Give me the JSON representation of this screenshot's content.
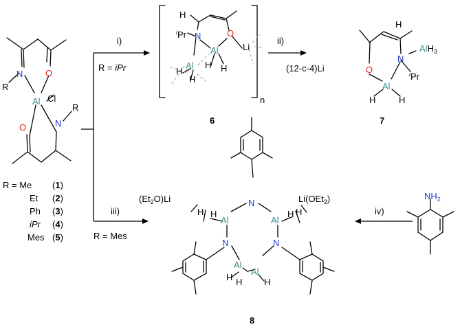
{
  "colors": {
    "aluminium": "#3d8c8c",
    "nitrogen": "#1e3ad6",
    "oxygen": "#e0241b",
    "dative_bond": "#aaaaaa"
  },
  "reagent": {
    "atoms": {
      "N1": "N",
      "O1": "O",
      "Al": "Al",
      "Cl": "Cl",
      "N2": "N",
      "O2": "O",
      "R1": "R",
      "R2": "R"
    },
    "substituents": [
      {
        "r": "R = ",
        "group": "Me",
        "open": "(",
        "num": "1",
        "close": ")"
      },
      {
        "r": "",
        "group": "Et",
        "open": "(",
        "num": "2",
        "close": ")"
      },
      {
        "r": "",
        "group": "Ph",
        "open": "(",
        "num": "3",
        "close": ")"
      },
      {
        "r": "",
        "group": "iPr",
        "open": "(",
        "num": "4",
        "close": ")"
      },
      {
        "r": "",
        "group": "Mes",
        "open": "(",
        "num": "5",
        "close": ")"
      }
    ]
  },
  "steps": {
    "step_i": "i)",
    "cond_i": "R = ",
    "cond_i_group": "iPr",
    "step_ii": "ii)",
    "step_iii": "iii)",
    "cond_iii": "R = Mes",
    "step_iv": "iv)"
  },
  "compound6": {
    "label": "6",
    "subscript": "n",
    "ipr_prefix": "i",
    "ipr_suffix": "Pr",
    "atoms": {
      "N": "N",
      "Al1": "Al",
      "Al2": "Al",
      "O": "O",
      "Li": "Li",
      "H": "H"
    }
  },
  "compound7": {
    "label": "7",
    "crown": "(12-c-4)Li",
    "alh3_al": "Al",
    "alh3_h": "H",
    "alh3_sub": "3",
    "ipr_prefix": "i",
    "ipr_suffix": "Pr",
    "atoms": {
      "O": "O",
      "N": "N",
      "Al": "Al",
      "H": "H"
    }
  },
  "compound8": {
    "label": "8",
    "li_left": {
      "a": "(Et",
      "sub": "2",
      "b": "O)Li"
    },
    "li_right": {
      "a": "Li(OEt",
      "sub": "2",
      "b": ")"
    },
    "atoms": {
      "N": "N",
      "Al": "Al",
      "H": "H"
    }
  },
  "mesitylamine": {
    "amine": "NH",
    "amine_sub": "2"
  }
}
